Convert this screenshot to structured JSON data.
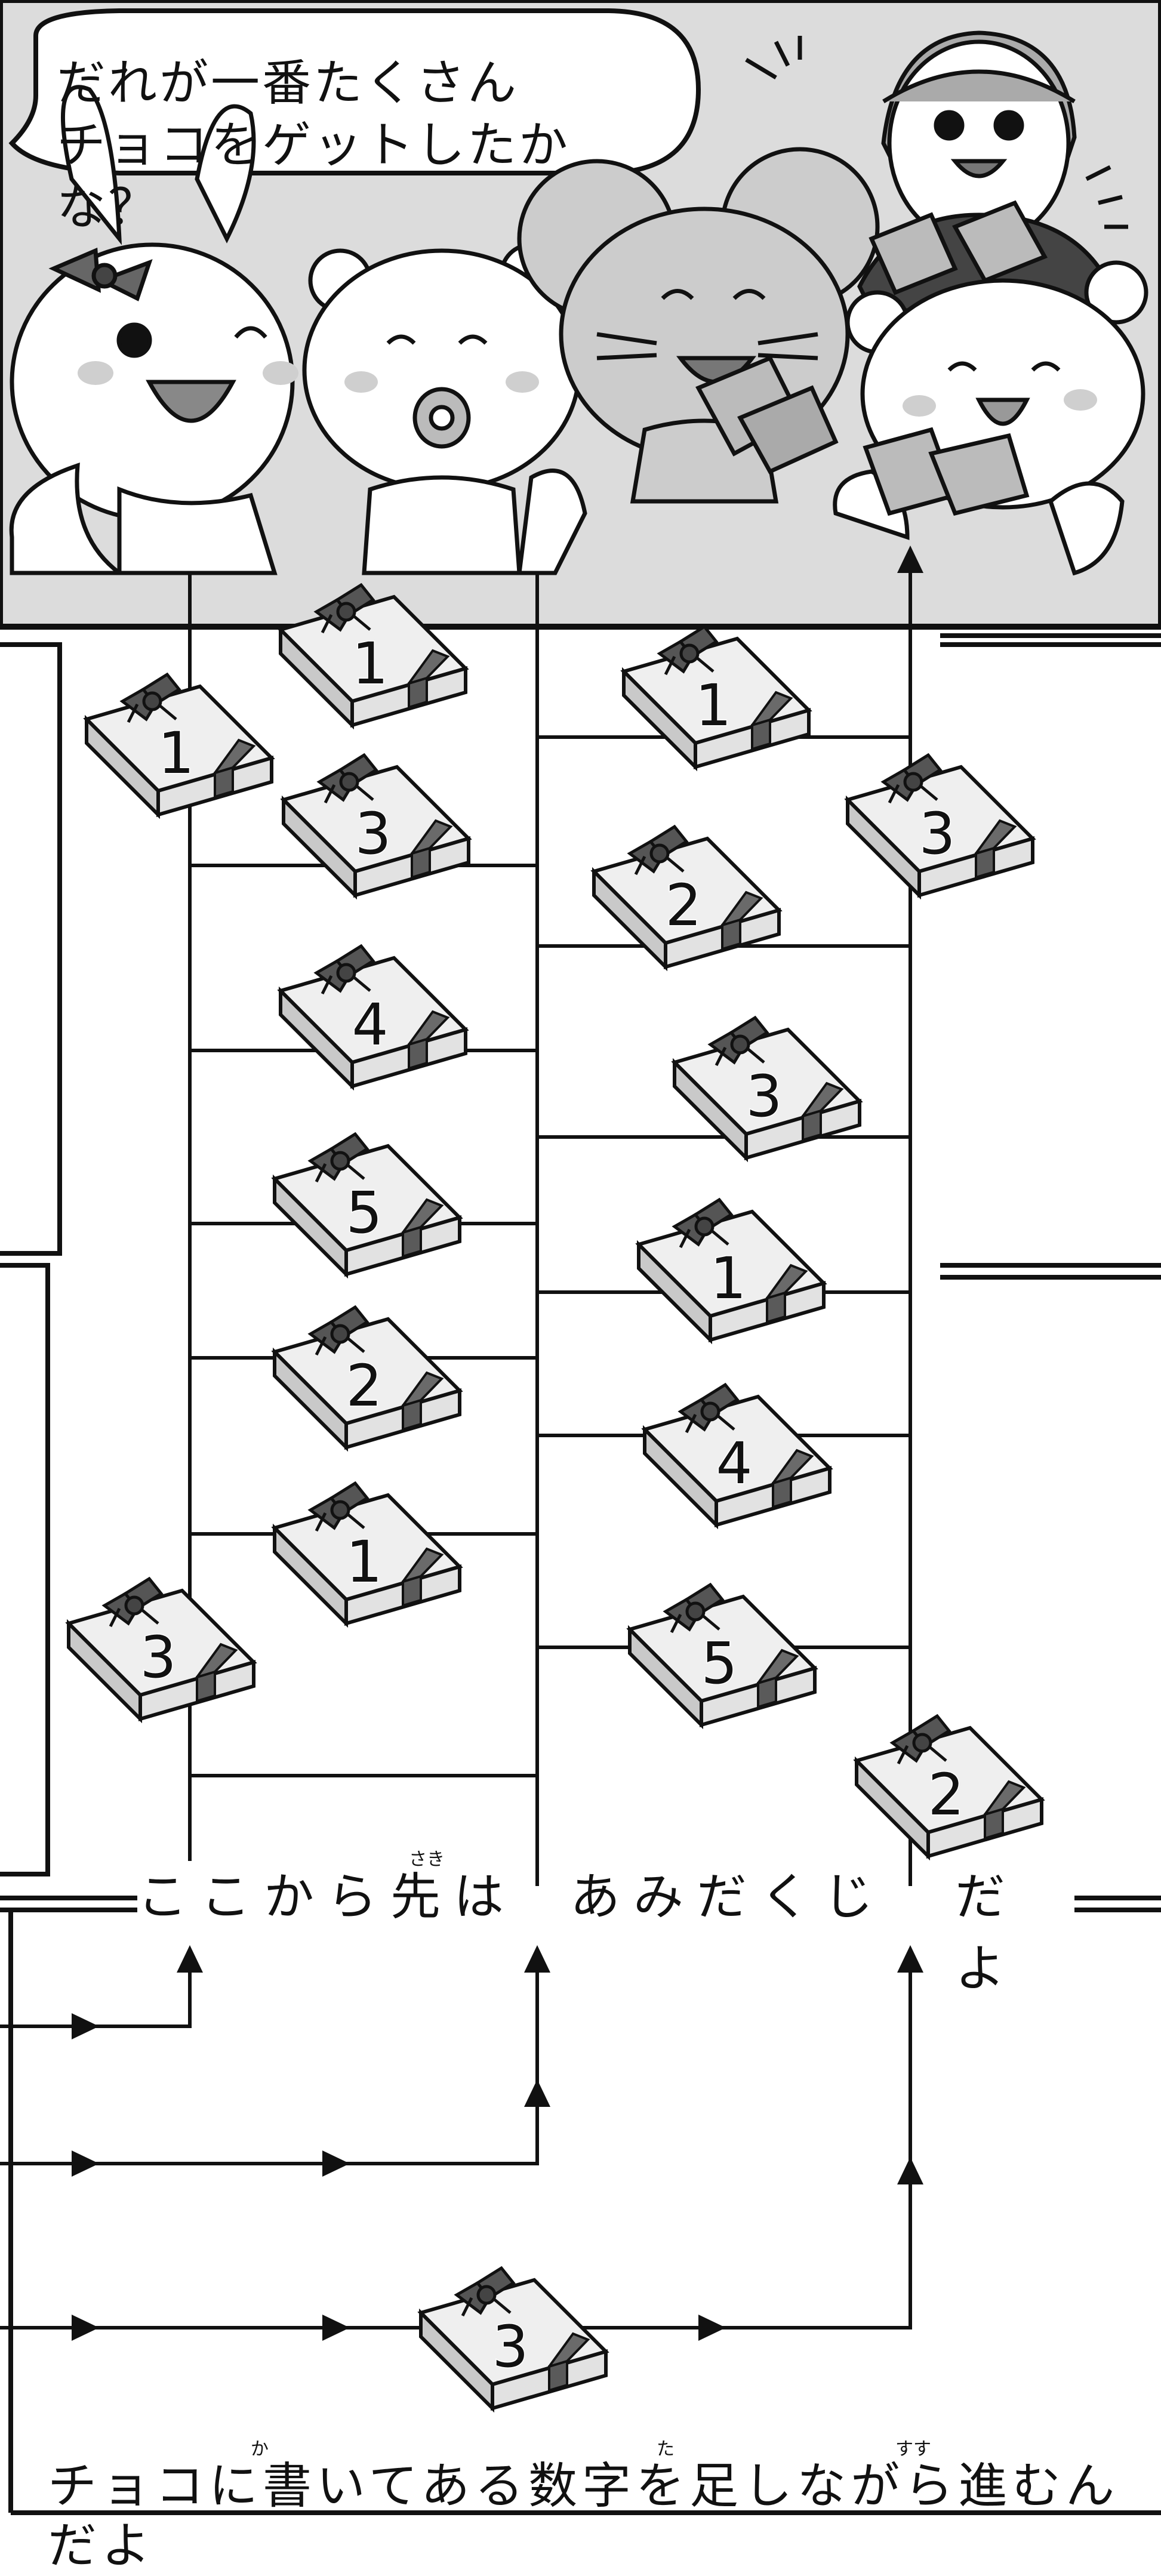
{
  "speech_bubble": {
    "line1": "だれが一番たくさん",
    "line2": "チョコをゲットしたかな？"
  },
  "amida_notice": {
    "part1": "ここから先は",
    "part1_ruby": "さき",
    "part2": "あみだくじ",
    "part3": "だよ"
  },
  "instruction": {
    "text": "チョコに書いてある数字を足しながら進むんだよ",
    "ruby_kaku": "か",
    "ruby_tasu": "た",
    "ruby_susumu": "すす"
  },
  "colors": {
    "line": "#111111",
    "box_top": "#ececec",
    "box_side": "#bcbcbc",
    "ribbon": "#555555",
    "bg_band": "#d8d8d8"
  },
  "characters": [
    {
      "name": "rabbit-girl",
      "description_icon": "rabbit-with-bow-icon"
    },
    {
      "name": "bear-baby",
      "description_icon": "bear-with-pacifier-icon"
    },
    {
      "name": "mouse",
      "description_icon": "mouse-holding-chocolates-icon"
    },
    {
      "name": "boy",
      "description_icon": "boy-holding-chocolates-icon"
    },
    {
      "name": "bear",
      "description_icon": "bear-holding-chocolates-icon"
    }
  ],
  "chocolates": [
    {
      "id": "c1",
      "value": "1"
    },
    {
      "id": "c2",
      "value": "1"
    },
    {
      "id": "c3",
      "value": "3"
    },
    {
      "id": "c4",
      "value": "4"
    },
    {
      "id": "c5",
      "value": "5"
    },
    {
      "id": "c6",
      "value": "2"
    },
    {
      "id": "c7",
      "value": "1"
    },
    {
      "id": "c8",
      "value": "3"
    },
    {
      "id": "c9",
      "value": "1"
    },
    {
      "id": "c10",
      "value": "2"
    },
    {
      "id": "c11",
      "value": "3"
    },
    {
      "id": "c12",
      "value": "1"
    },
    {
      "id": "c13",
      "value": "4"
    },
    {
      "id": "c14",
      "value": "5"
    },
    {
      "id": "c15",
      "value": "3"
    },
    {
      "id": "c16",
      "value": "2"
    },
    {
      "id": "c17",
      "value": "3"
    }
  ]
}
